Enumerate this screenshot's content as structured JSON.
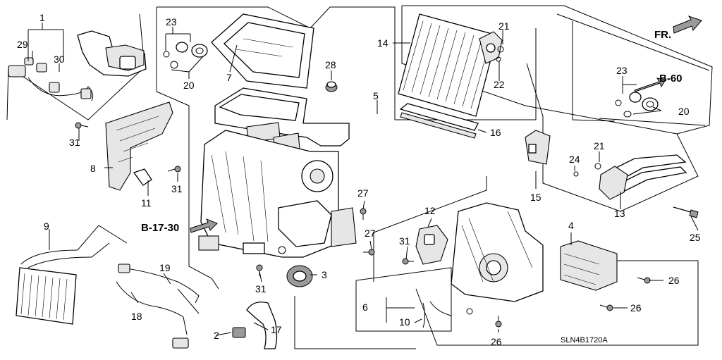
{
  "callouts": {
    "c1": "1",
    "c2": "2",
    "c3": "3",
    "c4": "4",
    "c5": "5",
    "c6": "6",
    "c7": "7",
    "c8": "8",
    "c9": "9",
    "c10": "10",
    "c11": "11",
    "c12": "12",
    "c13": "13",
    "c14": "14",
    "c15": "15",
    "c16": "16",
    "c17": "17",
    "c18": "18",
    "c19": "19",
    "c20a": "20",
    "c20b": "20",
    "c21a": "21",
    "c21b": "21",
    "c22": "22",
    "c23a": "23",
    "c23b": "23",
    "c24": "24",
    "c25": "25",
    "c26a": "26",
    "c26b": "26",
    "c26c": "26",
    "c27a": "27",
    "c27b": "27",
    "c28": "28",
    "c29": "29",
    "c30": "30",
    "c31a": "31",
    "c31b": "31",
    "c31c": "31",
    "c31d": "31"
  },
  "references": {
    "b60": "B-60",
    "b1730": "B-17-30"
  },
  "direction_label": "FR.",
  "diagram_code": "SLN4B1720A"
}
